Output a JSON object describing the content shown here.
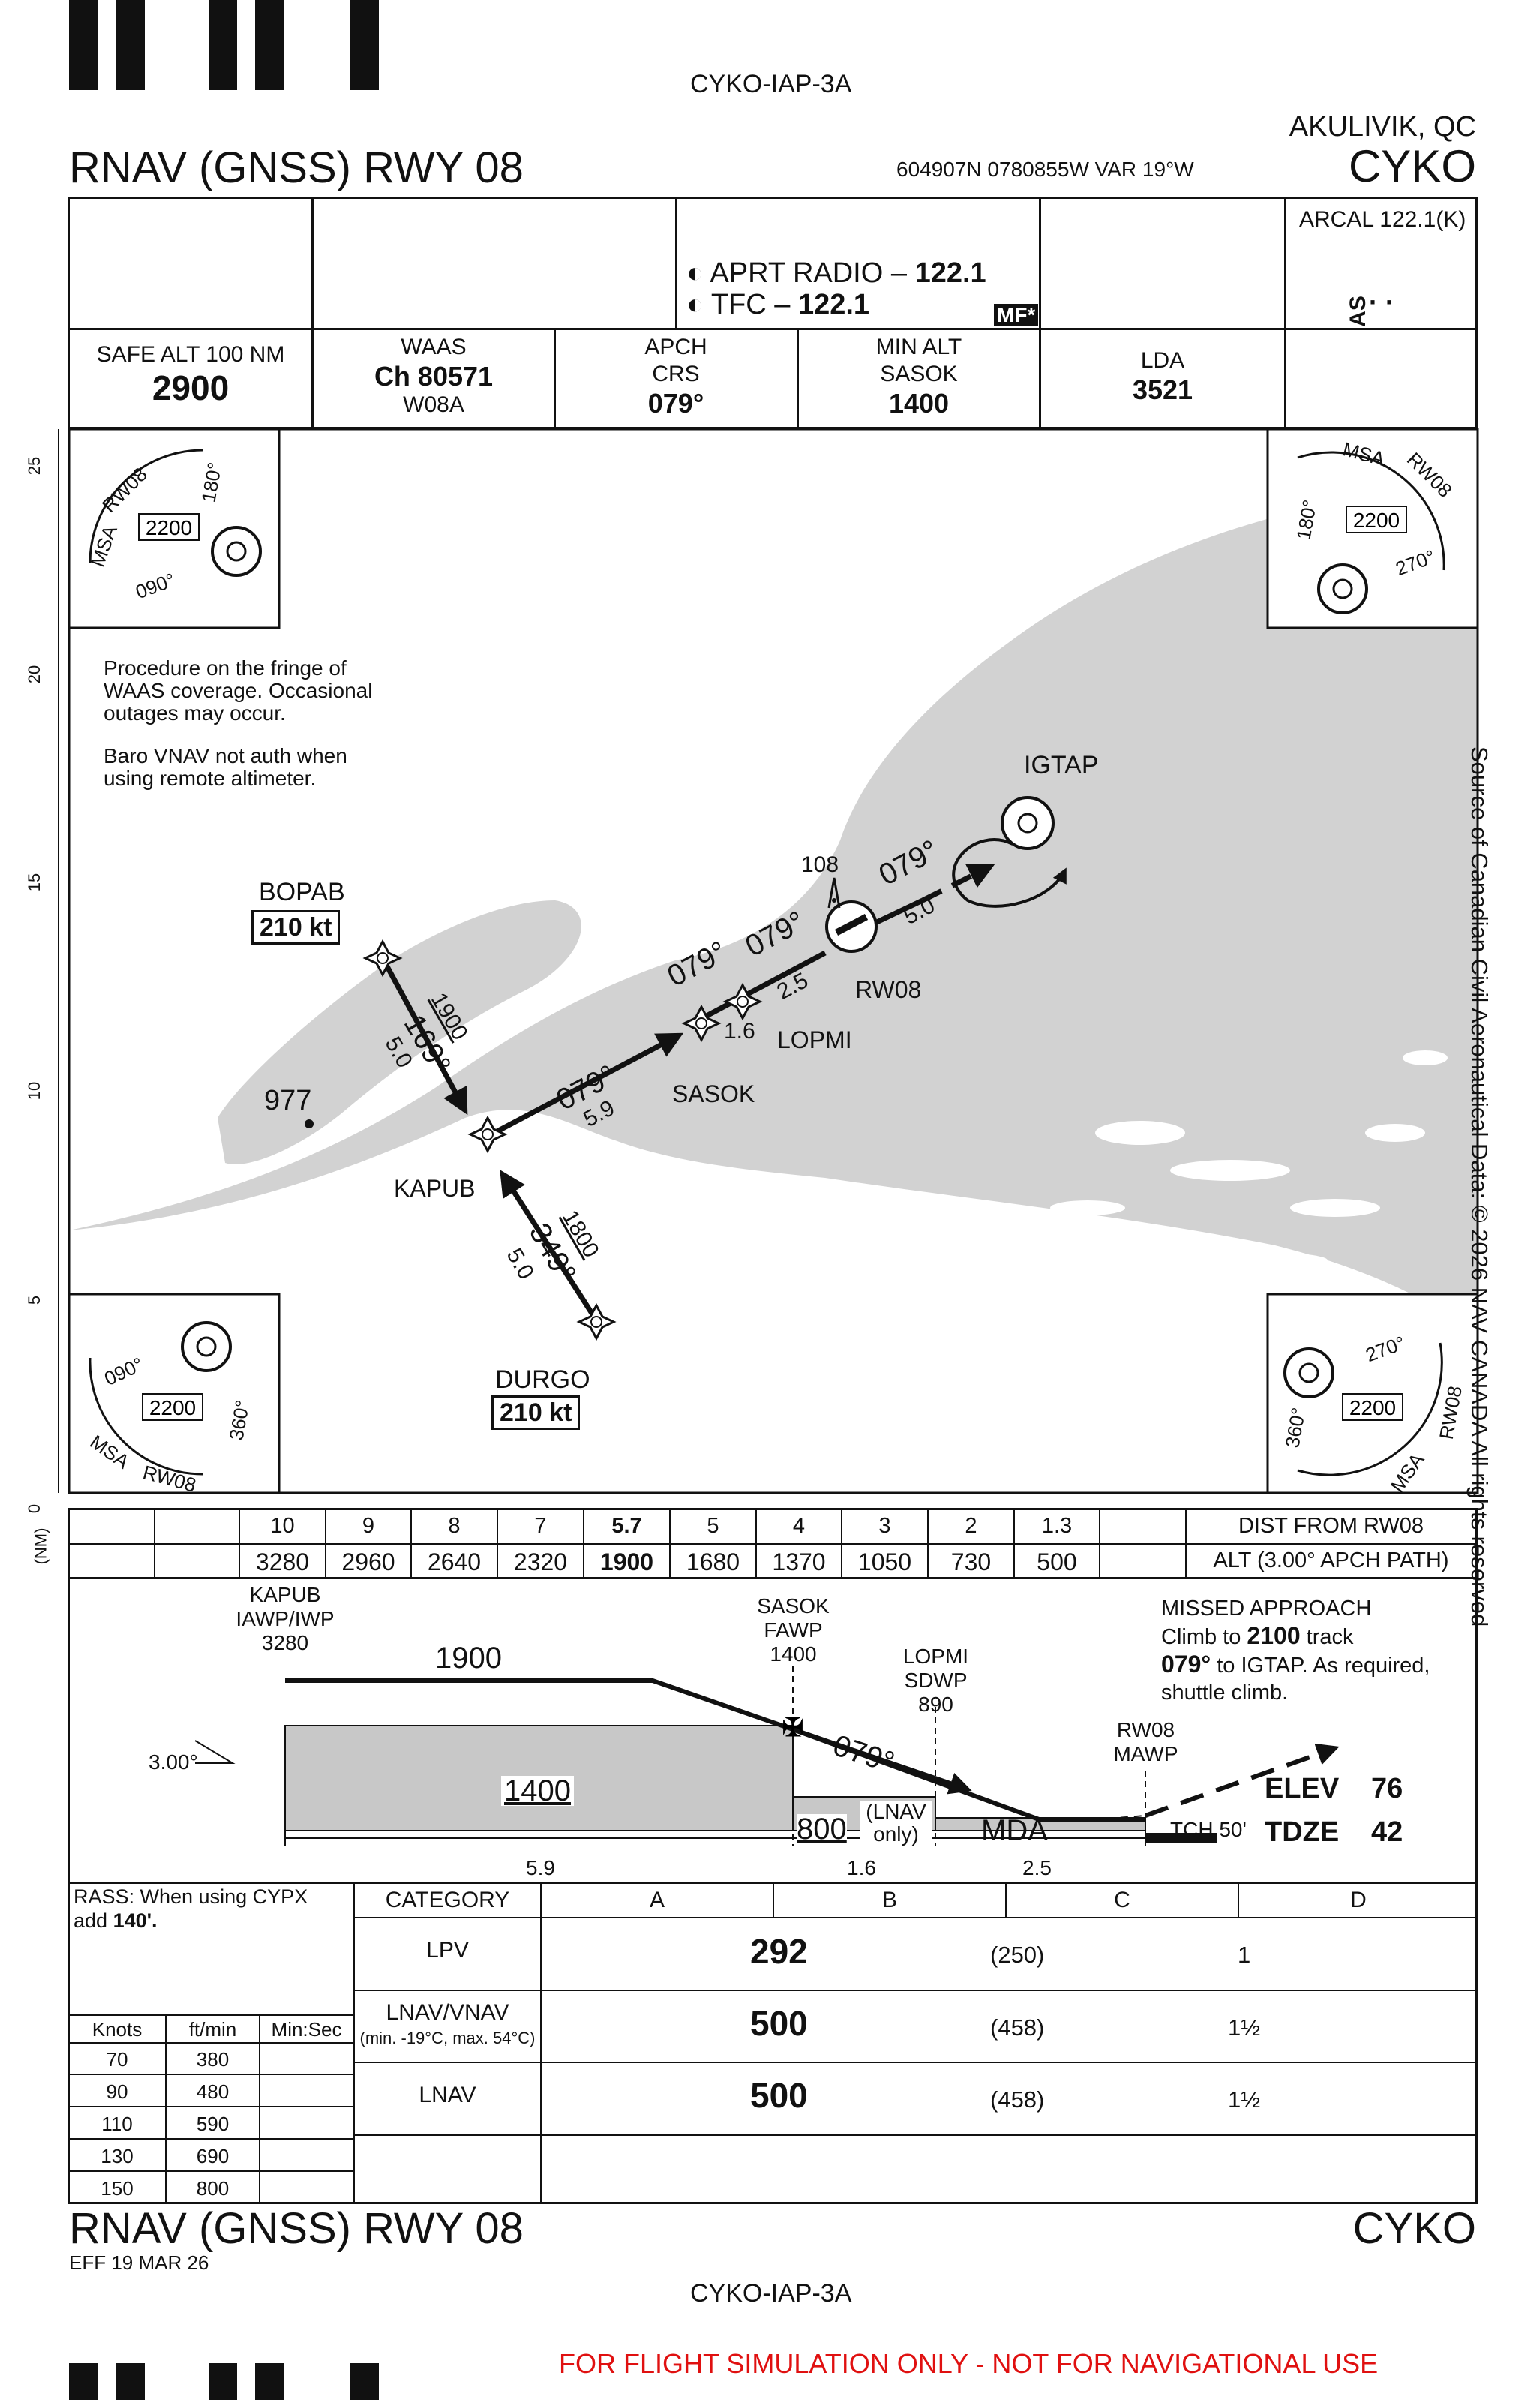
{
  "doc_id": "CYKO-IAP-3A",
  "location": "AKULIVIK, QC",
  "airport_id": "CYKO",
  "procedure_title": "RNAV (GNSS) RWY 08",
  "coords_line": "604907N  0780855W  VAR 19°W",
  "comms": {
    "aprt_radio_label": "APRT RADIO –",
    "aprt_radio_freq": "122.1",
    "tfc_label": "TFC –",
    "tfc_freq": "122.1",
    "mf_tag": "MF*",
    "arcal": "ARCAL 122.1(K)",
    "lighting_code": "AS"
  },
  "info_strip": {
    "safe_alt_label": "SAFE ALT 100 NM",
    "safe_alt_value": "2900",
    "waas_label": "WAAS",
    "waas_channel": "Ch 80571",
    "waas_id": "W08A",
    "apch_crs_label1": "APCH",
    "apch_crs_label2": "CRS",
    "apch_crs_value": "079°",
    "min_alt_label1": "MIN ALT",
    "min_alt_label2": "SASOK",
    "min_alt_value": "1400",
    "lda_label": "LDA",
    "lda_value": "3521"
  },
  "msa": {
    "label": "MSA",
    "ref": "RW08",
    "alt": "2200",
    "bearings": [
      "180°",
      "090°",
      "270°",
      "360°"
    ]
  },
  "scale": {
    "unit": "(NM)",
    "ticks": [
      "25",
      "20",
      "15",
      "10",
      "5",
      "0"
    ]
  },
  "notes": {
    "waas_note": [
      "Procedure on the fringe of",
      "WAAS coverage. Occasional",
      "outages may occur."
    ],
    "baro_note": [
      "Baro VNAV not auth when",
      "using remote altimeter."
    ]
  },
  "plan_view": {
    "fixes": {
      "bopab": "BOPAB",
      "bopab_speed": "210 kt",
      "kapub": "KAPUB",
      "sasok": "SASOK",
      "lopmi": "LOPMI",
      "rw08": "RW08",
      "igtap": "IGTAP",
      "durgo": "DURGO",
      "durgo_speed": "210 kt"
    },
    "legs": {
      "bopab_alt": "1900",
      "bopab_crs": "169°",
      "bopab_dist": "5.0",
      "durgo_alt": "1800",
      "durgo_crs": "349°",
      "durgo_dist": "5.0",
      "kapub_sasok_crs": "079°",
      "kapub_sasok_dist": "5.9",
      "sasok_lopmi_crs": "079°",
      "sasok_lopmi_dist": "1.6",
      "lopmi_rw_crs": "079°",
      "lopmi_rw_dist": "2.5",
      "missed_crs": "079°",
      "missed_dist": "5.0"
    },
    "spot_elev": "977",
    "obstacle_elev": "108"
  },
  "side_text": "Source of Canadian Civil Aeronautical Data: © 2026 NAV CANADA All rights reserved",
  "dist_table": {
    "dist_values": [
      "10",
      "9",
      "8",
      "7",
      "5.7",
      "5",
      "4",
      "3",
      "2",
      "1.3"
    ],
    "alt_values": [
      "3280",
      "2960",
      "2640",
      "2320",
      "1900",
      "1680",
      "1370",
      "1050",
      "730",
      "500"
    ],
    "dist_label": "DIST FROM RW08",
    "alt_label": "ALT (3.00° APCH PATH)"
  },
  "profile": {
    "kapub_lines": [
      "KAPUB",
      "IAWP/IWP",
      "3280"
    ],
    "sasok_lines": [
      "SASOK",
      "FAWP",
      "1400"
    ],
    "lopmi_lines": [
      "LOPMI",
      "SDWP",
      "890"
    ],
    "rw08_lines": [
      "RW08",
      "MAWP"
    ],
    "alt_1900": "1900",
    "alt_1400": "1400",
    "alt_800": "800",
    "lnav_only": [
      "(LNAV",
      "only)"
    ],
    "mda": "MDA",
    "glide_angle": "3.00°",
    "final_crs": "079°",
    "tch": "TCH 50'",
    "elev_label": "ELEV",
    "elev_value": "76",
    "tdze_label": "TDZE",
    "tdze_value": "42",
    "seg1": "5.9",
    "seg2": "1.6",
    "seg3": "2.5",
    "missed_title": "MISSED APPROACH",
    "missed_l1a": "Climb to",
    "missed_l1b": "2100",
    "missed_l1c": "track",
    "missed_l2a": "079°",
    "missed_l2b": "to IGTAP. As required,",
    "missed_l3": "shuttle climb."
  },
  "minima": {
    "rass_note_a": "RASS: When using CYPX",
    "rass_note_b": "add",
    "rass_note_c": "140'.",
    "category_label": "CATEGORY",
    "categories": [
      "A",
      "B",
      "C",
      "D"
    ],
    "rows": [
      {
        "label": "LPV",
        "sub": "",
        "dh": "292",
        "hat": "(250)",
        "vis": "1"
      },
      {
        "label": "LNAV/VNAV",
        "sub": "(min. -19°C, max. 54°C)",
        "dh": "500",
        "hat": "(458)",
        "vis": "1½"
      },
      {
        "label": "LNAV",
        "sub": "",
        "dh": "500",
        "hat": "(458)",
        "vis": "1½"
      }
    ],
    "rate_headers": [
      "Knots",
      "ft/min",
      "Min:Sec"
    ],
    "rate_rows": [
      [
        "70",
        "380",
        ""
      ],
      [
        "90",
        "480",
        ""
      ],
      [
        "110",
        "590",
        ""
      ],
      [
        "130",
        "690",
        ""
      ],
      [
        "150",
        "800",
        ""
      ]
    ]
  },
  "footer": {
    "title": "RNAV (GNSS) RWY 08",
    "airport_id": "CYKO",
    "eff": "EFF 19 MAR 26",
    "doc_id": "CYKO-IAP-3A",
    "disclaimer": "FOR FLIGHT SIMULATION ONLY - NOT FOR NAVIGATIONAL USE"
  }
}
